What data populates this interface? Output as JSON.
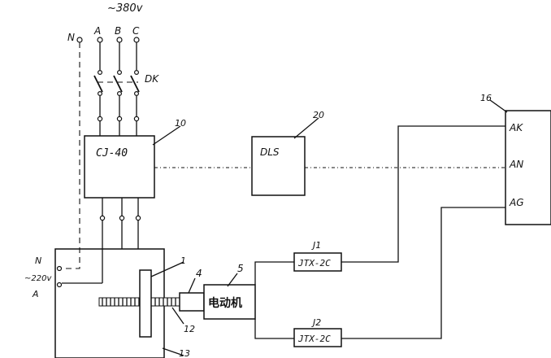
{
  "diagram": {
    "supply_voltage": "~380v",
    "phase_neutral": "N",
    "phase_a": "A",
    "phase_b": "B",
    "phase_c": "C",
    "switch_label": "DK",
    "contactor_label": "CJ-40",
    "contactor_ref": "10",
    "dls_label": "DLS",
    "dls_ref": "20",
    "panel_ref": "16",
    "panel_terminals": [
      "AK",
      "AN",
      "AG"
    ],
    "relay1_ref": "J1",
    "relay1_label": "JTX-2C",
    "relay2_ref": "J2",
    "relay2_label": "JTX-2C",
    "motor_label": "电动机",
    "motor_ref": "5",
    "ref_1": "1",
    "ref_4": "4",
    "ref_12": "12",
    "ref_13": "13",
    "aux_n": "N",
    "aux_voltage": "~220v",
    "aux_a": "A"
  }
}
